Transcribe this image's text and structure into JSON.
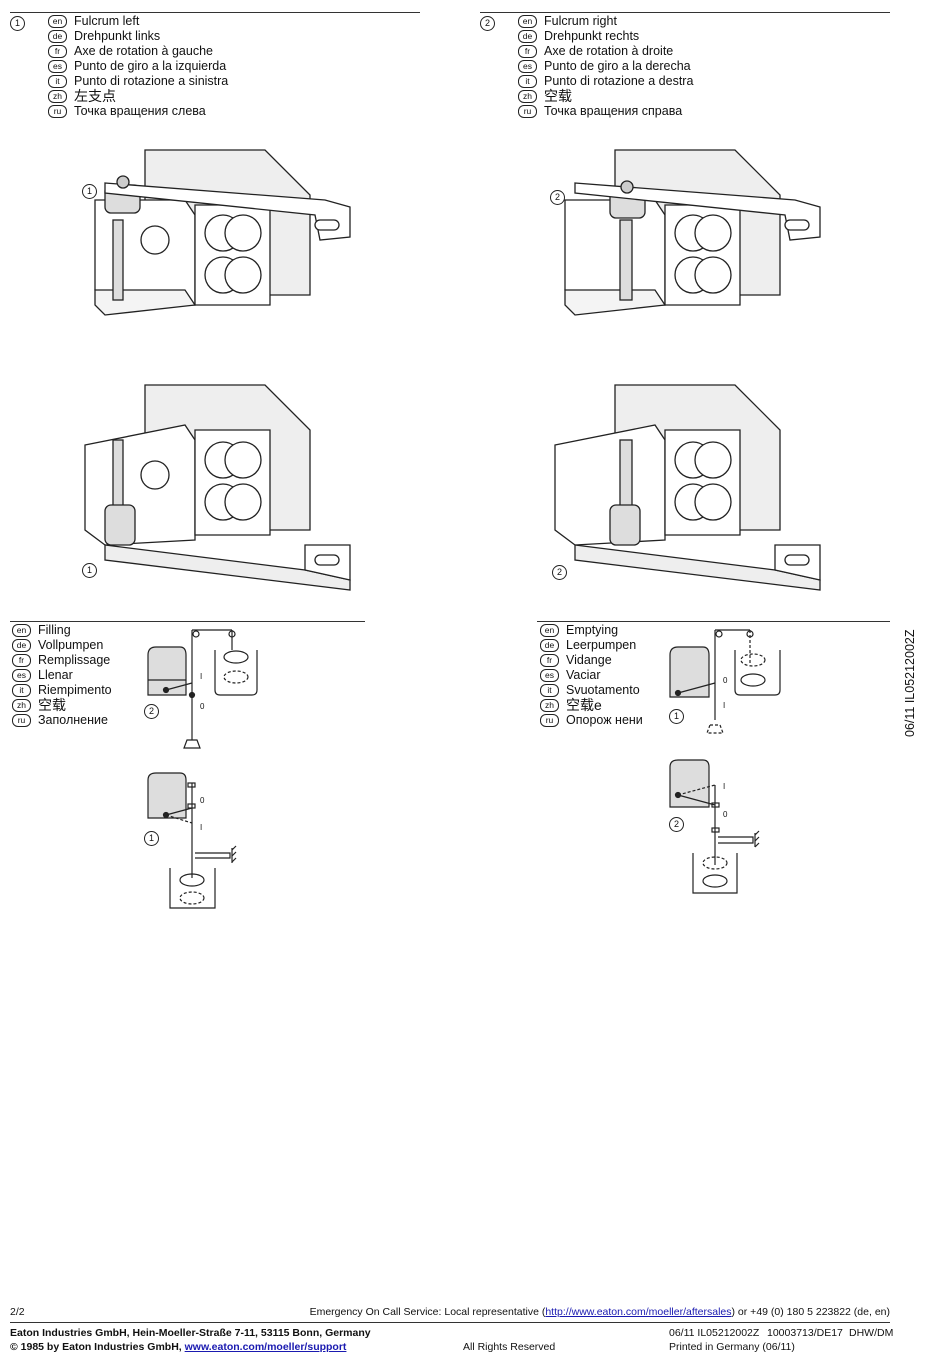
{
  "section_fulcrum_left": {
    "number": "1",
    "items": [
      {
        "code": "en",
        "text": "Fulcrum left"
      },
      {
        "code": "de",
        "text": "Drehpunkt links"
      },
      {
        "code": "fr",
        "text": "Axe de rotation à gauche"
      },
      {
        "code": "es",
        "text": "Punto de giro a la izquierda"
      },
      {
        "code": "it",
        "text": "Punto di rotazione a sinistra"
      },
      {
        "code": "zh",
        "text": "左支点"
      },
      {
        "code": "ru",
        "text": "Точка вращения слева"
      }
    ]
  },
  "section_fulcrum_right": {
    "number": "2",
    "items": [
      {
        "code": "en",
        "text": "Fulcrum right"
      },
      {
        "code": "de",
        "text": "Drehpunkt rechts"
      },
      {
        "code": "fr",
        "text": "Axe de rotation à droite"
      },
      {
        "code": "es",
        "text": "Punto de giro a la derecha"
      },
      {
        "code": "it",
        "text": "Punto di rotazione a destra"
      },
      {
        "code": "zh",
        "text": "空载"
      },
      {
        "code": "ru",
        "text": "Точка вращения справа"
      }
    ]
  },
  "section_filling": {
    "items": [
      {
        "code": "en",
        "text": "Filling"
      },
      {
        "code": "de",
        "text": "Vollpumpen"
      },
      {
        "code": "fr",
        "text": "Remplissage"
      },
      {
        "code": "es",
        "text": "Llenar"
      },
      {
        "code": "it",
        "text": "Riempimento"
      },
      {
        "code": "zh",
        "text": "空载"
      },
      {
        "code": "ru",
        "text": "Заполнение"
      }
    ]
  },
  "section_emptying": {
    "items": [
      {
        "code": "en",
        "text": "Emptying"
      },
      {
        "code": "de",
        "text": "Leerpumpen"
      },
      {
        "code": "fr",
        "text": "Vidange"
      },
      {
        "code": "es",
        "text": "Vaciar"
      },
      {
        "code": "it",
        "text": "Svuotamento"
      },
      {
        "code": "zh",
        "text": "空载e"
      },
      {
        "code": "ru",
        "text": "Опорож нени"
      }
    ]
  },
  "callouts": {
    "one": "1",
    "two": "2"
  },
  "diagram_labels": {
    "i": "I",
    "o": "0"
  },
  "side_code": "06/11 IL05212002Z",
  "footer": {
    "page": "2/2",
    "emergency_prefix": "Emergency On Call Service: Local representative (",
    "emergency_link": "http://www.eaton.com/moeller/aftersales",
    "emergency_suffix": ") or +49 (0) 180 5 223822 (de, en)",
    "company": "Eaton Industries GmbH, Hein-Moeller-Straße 7-11, 53115 Bonn, Germany",
    "copyright_prefix": "© 1985 by Eaton Industries GmbH, ",
    "copyright_link": "www.eaton.com/moeller/support",
    "rights": "All Rights Reserved",
    "doc_code": "06/11 IL05212002Z",
    "doc_number": "10003713/DE17",
    "doc_initials": "DHW/DM",
    "printed": "Printed in Germany (06/11)"
  }
}
